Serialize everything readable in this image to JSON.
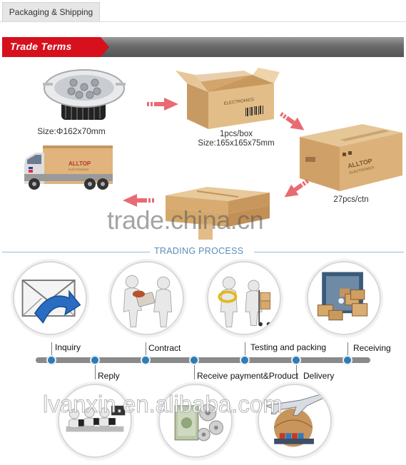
{
  "tab": {
    "label": "Packaging & Shipping"
  },
  "trade_terms": {
    "label": "Trade Terms"
  },
  "product": {
    "size_label": "Size:Φ162x70mm"
  },
  "box": {
    "qty_label": "1pcs/box",
    "size_label": "Size:165x165x75mm"
  },
  "carton": {
    "qty_label": "27pcs/ctn"
  },
  "brand": {
    "name": "ALLTOP",
    "sub": "ELECTRONICS"
  },
  "watermarks": {
    "top": "trade.china.cn",
    "bottom": "lvanxin.en.alibaba.com"
  },
  "process": {
    "title": "TRADING PROCESS",
    "steps_top": [
      "Inquiry",
      "Contract",
      "Testing and packing",
      "Receiving"
    ],
    "steps_bottom": [
      "Reply",
      "Receive payment&Product",
      "Delivery"
    ]
  },
  "colors": {
    "accent_blue": "#2e7cb3",
    "banner_red": "#d6101c",
    "box_brown": "#d9b07c"
  }
}
